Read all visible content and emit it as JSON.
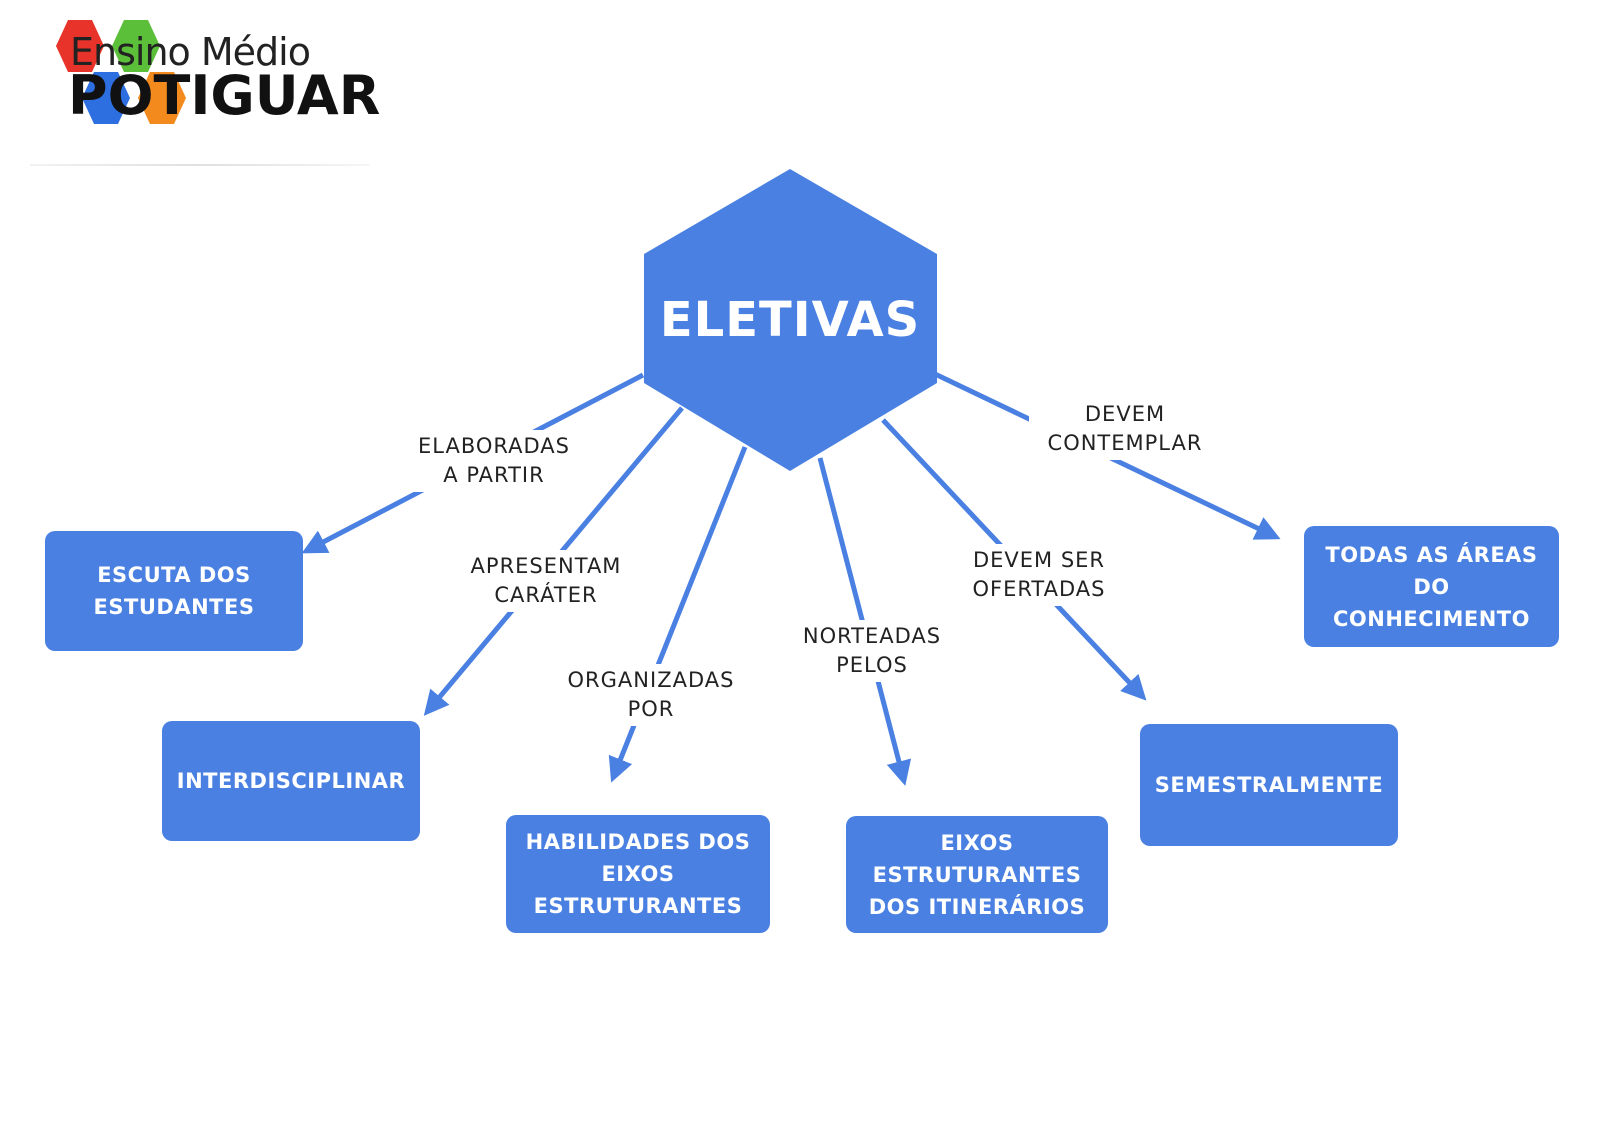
{
  "logo": {
    "line1": "Ensino Médio",
    "line2": "POTIGUAR",
    "hex_colors": [
      "#e8332a",
      "#5bbf3a",
      "#2d6fe0",
      "#f28a1e"
    ]
  },
  "center": {
    "label": "ELETIVAS",
    "color": "#4a80e2"
  },
  "nodes": [
    {
      "id": "escuta",
      "label": "ESCUTA DOS\nESTUDANTES"
    },
    {
      "id": "interdisciplinar",
      "label": "INTERDISCIPLINAR"
    },
    {
      "id": "habilidades",
      "label": "HABILIDADES DOS\nEIXOS\nESTRUTURANTES"
    },
    {
      "id": "eixos",
      "label": "EIXOS\nESTRUTURANTES\nDOS ITINERÁRIOS"
    },
    {
      "id": "semestral",
      "label": "SEMESTRALMENTE"
    },
    {
      "id": "todas",
      "label": "TODAS AS ÁREAS DO\nCONHECIMENTO"
    }
  ],
  "edges": [
    {
      "from": "center",
      "to": "escuta",
      "label": "ELABORADAS\nA PARTIR"
    },
    {
      "from": "center",
      "to": "interdisciplinar",
      "label": "APRESENTAM\nCARÁTER"
    },
    {
      "from": "center",
      "to": "habilidades",
      "label": "ORGANIZADAS\nPOR"
    },
    {
      "from": "center",
      "to": "eixos",
      "label": "NORTEADAS\nPELOS"
    },
    {
      "from": "center",
      "to": "semestral",
      "label": "DEVEM SER\nOFERTADAS"
    },
    {
      "from": "center",
      "to": "todas",
      "label": "DEVEM\nCONTEMPLAR"
    }
  ],
  "colors": {
    "accent": "#4a80e2",
    "text": "#222222",
    "background": "#ffffff"
  }
}
